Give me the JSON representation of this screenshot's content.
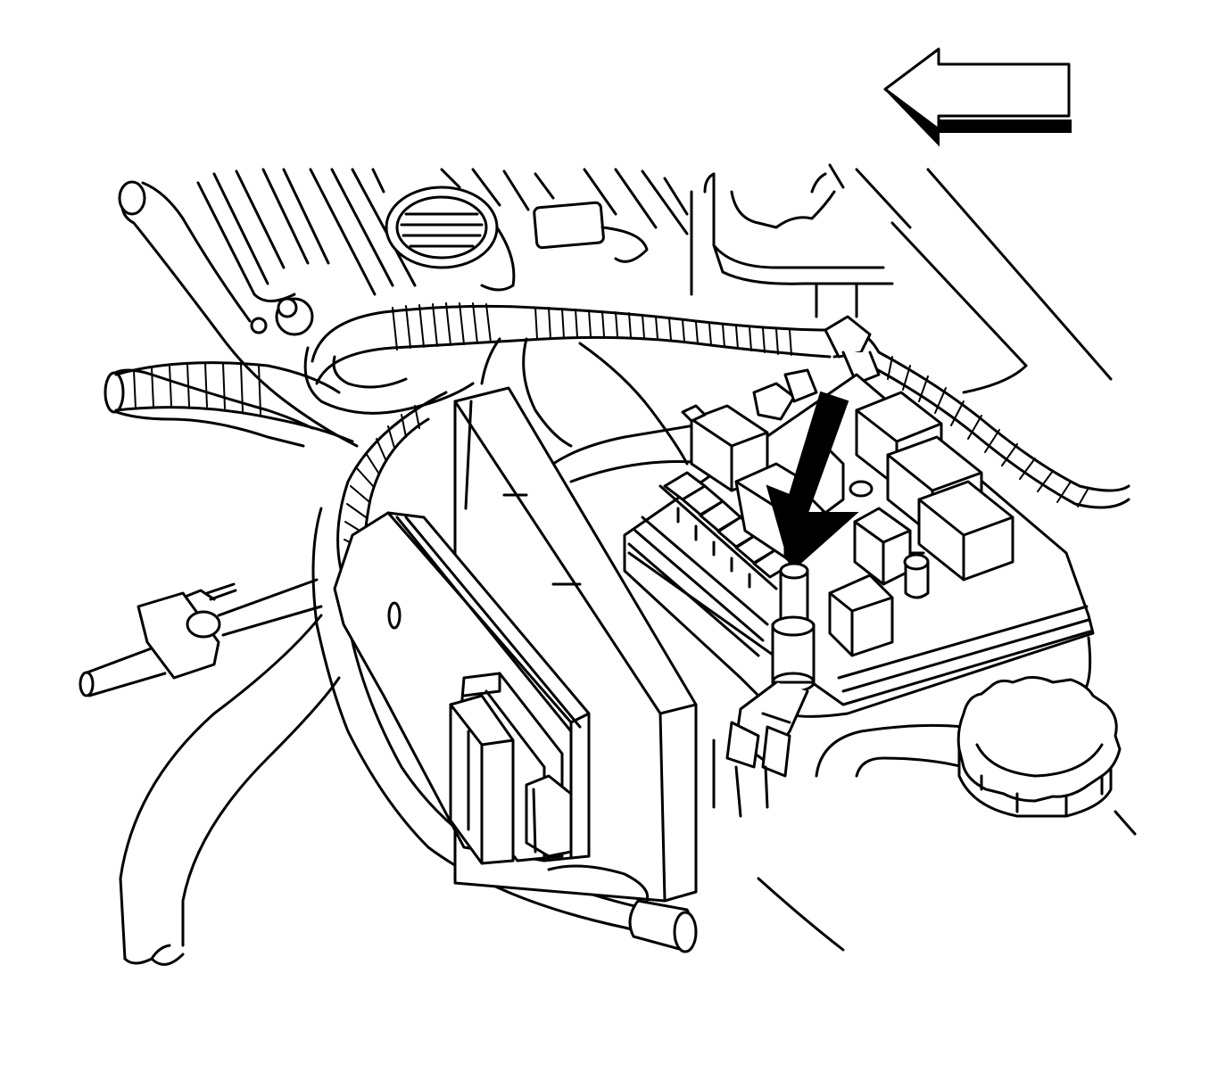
{
  "figure": {
    "kind": "line-art-illustration",
    "stroke_color": "#000000",
    "background_color": "#ffffff",
    "callouts": [
      {
        "name": "direction-arrow",
        "shape": "outlined-arrow",
        "points": "left"
      },
      {
        "name": "locator-arrow",
        "shape": "solid-arrow",
        "points": "down-left",
        "target": "connector-stud"
      }
    ],
    "components": [
      "engine-cover",
      "oil-filler-cap",
      "wiring-harness",
      "fuse-relay-block",
      "control-module",
      "module-connectors",
      "connector-stud",
      "coolant-reservoir-cap",
      "ground-cable",
      "hoses"
    ]
  }
}
